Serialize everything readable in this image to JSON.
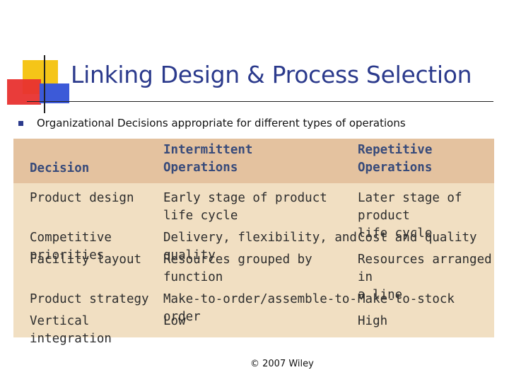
{
  "slide": {
    "title": "Linking Design & Process Selection",
    "bullet": "Organizational Decisions appropriate for different types of operations",
    "footer": "© 2007 Wiley"
  },
  "table": {
    "headers": [
      "Decision",
      "Intermittent\nOperations",
      "Repetitive\nOperations"
    ],
    "rows": [
      [
        "Product design",
        "Early stage of product life cycle",
        "Later stage of product\nlife cycle"
      ],
      [
        "Competitive priorities",
        "Delivery, flexibility, and quality",
        "Cost and quality"
      ],
      [
        "Facility layout",
        "Resources grouped by function",
        "Resources arranged in\na line"
      ],
      [
        "Product strategy",
        "Make-to-order/assemble-to-order",
        "Make-to-stock"
      ],
      [
        "Vertical integration",
        "Low",
        "High"
      ]
    ]
  },
  "colors": {
    "title": "#2b3a8c",
    "table_header_bg": "#e4c29f",
    "table_body_bg": "#f1dfc2",
    "header_text": "#374a7a"
  }
}
